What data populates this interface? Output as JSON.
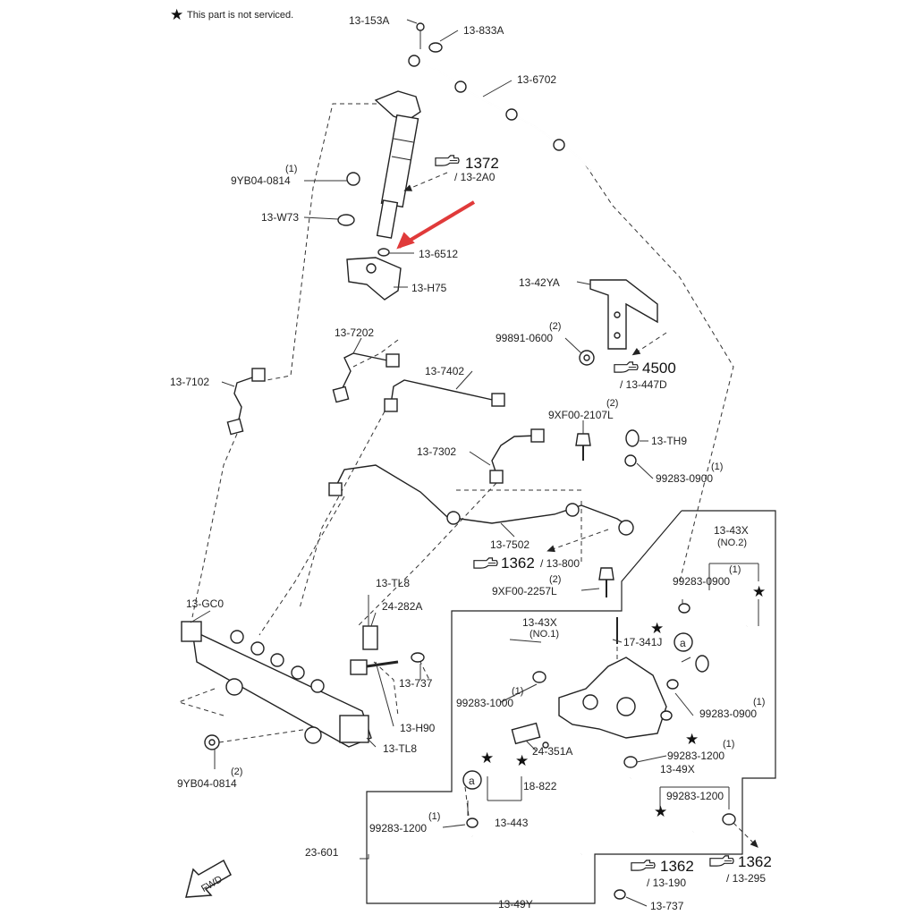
{
  "note": {
    "star_text": "This part is not serviced."
  },
  "colors": {
    "arrow": "#e03a3a",
    "ink": "#222222"
  },
  "labels": {
    "p13_153A": "13-153A",
    "p13_833A": "13-833A",
    "p13_6702": "13-6702",
    "ref1372": "1372",
    "ref1372_sub": "/ 13-2A0",
    "q9YB04_top": "(1)",
    "p9YB04_top": "9YB04-0814",
    "p13_W73": "13-W73",
    "p13_6512": "13-6512",
    "p13_H75": "13-H75",
    "p13_42YA": "13-42YA",
    "q99891": "(2)",
    "p99891": "99891-0600",
    "ref4500": "4500",
    "ref4500_sub": "/ 13-447D",
    "p13_7202": "13-7202",
    "p13_7102": "13-7102",
    "p13_7402": "13-7402",
    "q9XF00_2107": "(2)",
    "p9XF00_2107": "9XF00-2107L",
    "p13_TH9": "13-TH9",
    "p13_7302": "13-7302",
    "q99283_0900_a": "(1)",
    "p99283_0900_a": "99283-0900",
    "p13_7502": "13-7502",
    "ref1362_a": "1362",
    "ref1362_a_sub": "/ 13-800",
    "q9XF00_2257": "(2)",
    "p9XF00_2257": "9XF00-2257L",
    "p13_43X_top": "13-43X",
    "p13_43X_top_sub": "(NO.2)",
    "q99283_0900_b": "(1)",
    "p99283_0900_b": "99283-0900",
    "p13_TL8_top": "13-TL8",
    "p24_282A": "24-282A",
    "p13_GC0": "13-GC0",
    "p13_43X_mid": "13-43X",
    "p13_43X_mid_sub": "(NO.1)",
    "p17_341J": "17-341J",
    "callout_a": "a",
    "p13_737_mid": "13-737",
    "q99283_1000": "(1)",
    "p99283_1000": "99283-1000",
    "q99283_0900_c": "(1)",
    "p99283_0900_c": "99283-0900",
    "p13_H90": "13-H90",
    "p24_351A": "24-351A",
    "p13_TL8_bot": "13-TL8",
    "q9YB04_bot": "(2)",
    "p9YB04_bot": "9YB04-0814",
    "q99283_1200_a": "(1)",
    "p99283_1200_a": "99283-1200",
    "p13_49X": "13-49X",
    "p99283_1200_b": "99283-1200",
    "p18_822": "18-822",
    "q99283_1200_c": "(1)",
    "p99283_1200_c": "99283-1200",
    "p13_443": "13-443",
    "p23_601": "23-601",
    "ref1362_b": "1362",
    "ref1362_b_sub": "/ 13-190",
    "ref1362_c": "1362",
    "ref1362_c_sub": "/ 13-295",
    "p13_49Y": "13-49Y",
    "p13_737_bot": "13-737",
    "fwd": "FWD"
  }
}
